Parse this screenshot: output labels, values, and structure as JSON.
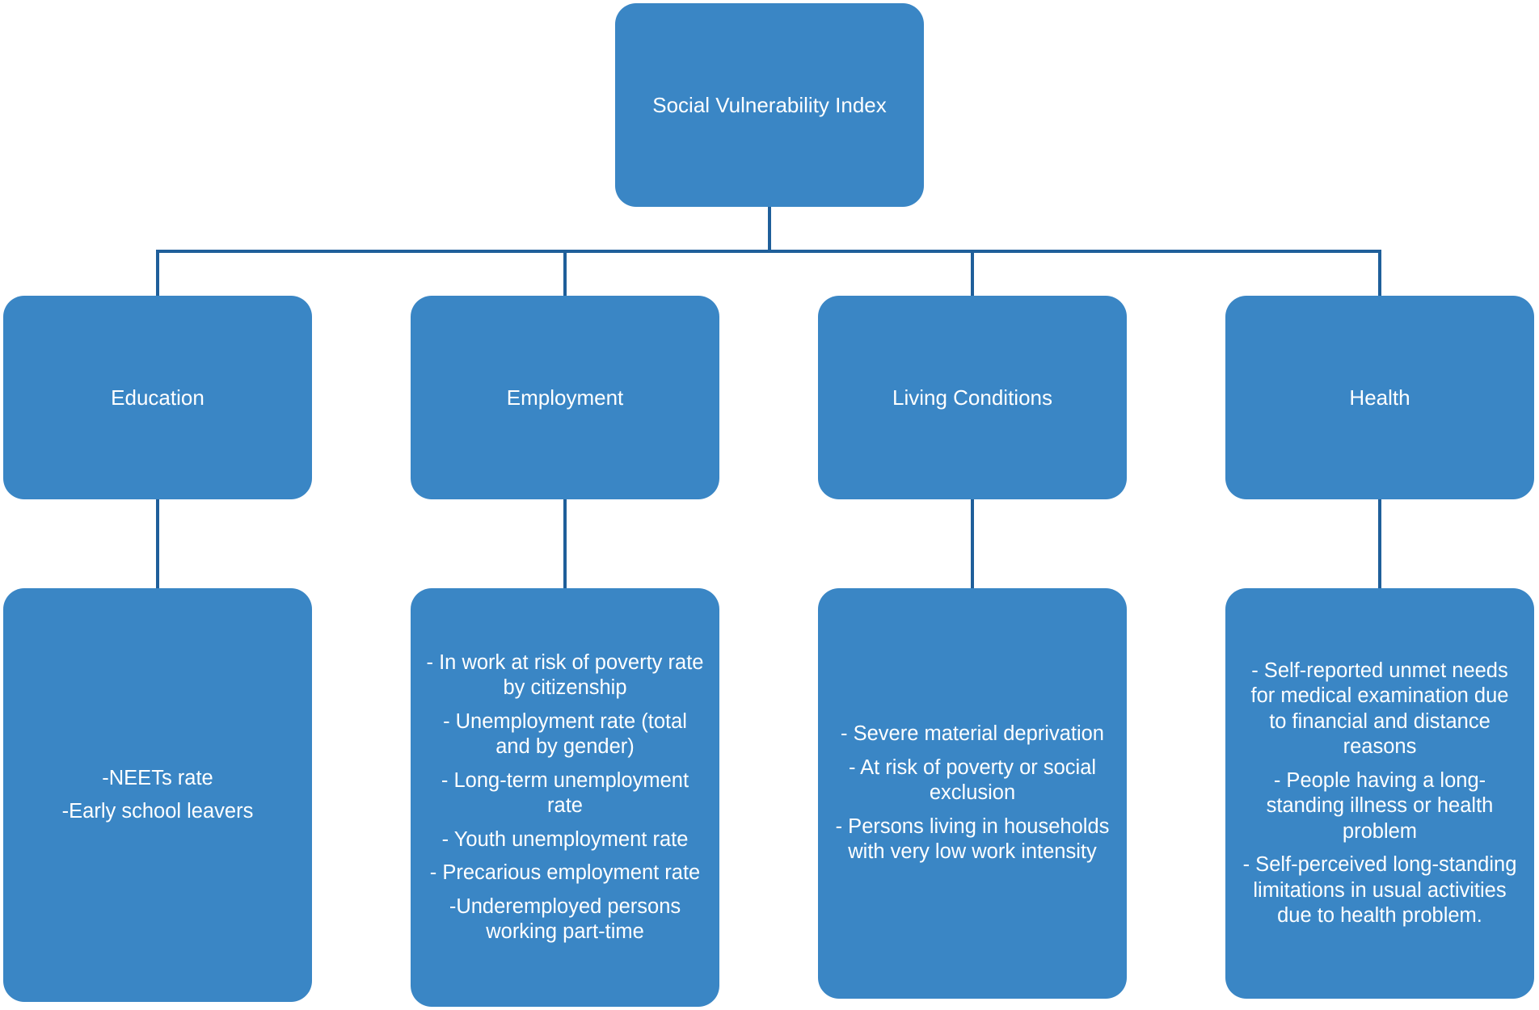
{
  "root": {
    "label": "Social Vulnerability Index"
  },
  "categories": [
    {
      "label": "Education",
      "indicators": [
        "-NEETs rate",
        "-Early school leavers"
      ]
    },
    {
      "label": "Employment",
      "indicators": [
        "- In work at risk of poverty rate by citizenship",
        "- Unemployment rate (total and by gender)",
        "- Long-term unemployment rate",
        "- Youth unemployment rate",
        "- Precarious employment rate",
        "-Underemployed persons working part-time"
      ]
    },
    {
      "label": "Living Conditions",
      "indicators": [
        "- Severe material deprivation",
        "- At risk of poverty or social exclusion",
        "- Persons living in households with very low work intensity"
      ]
    },
    {
      "label": "Health",
      "indicators": [
        "- Self-reported unmet needs for medical examination due to financial and distance reasons",
        "- People having a long-standing illness or health problem",
        "- Self-perceived long-standing limitations in usual activities due to health problem."
      ]
    }
  ],
  "colors": {
    "box_fill": "#3a86c5",
    "connector": "#1f5f9a",
    "text": "#ffffff"
  }
}
